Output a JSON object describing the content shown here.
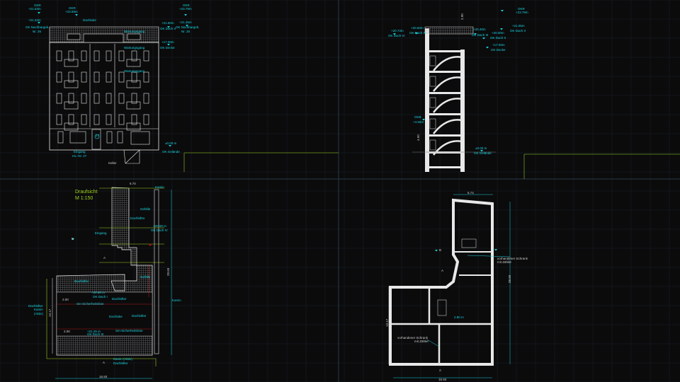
{
  "colors": {
    "background": "#0b0b0c",
    "grid": "#1b2228",
    "cyan": "#19d3e0",
    "green": "#9fd21c",
    "white": "#e8e8e8",
    "red": "#b01818"
  },
  "elevation": {
    "labels": [
      "OKR",
      "+21.53m",
      "+21.22m",
      "OK Nachbargeb.",
      "Nr. 26",
      "OKR",
      "+23.69m",
      "Dachluke",
      "Wartungsgang",
      "Wartungsgang",
      "Wartungsgang",
      "+21.60m",
      "OK Dach II",
      "OKR",
      "+23.79m",
      "+21.45m",
      "OK Nachbargeb.",
      "Nr. 28",
      "+17.00m",
      "OK Decke",
      "±0.00 m",
      "OK Gelände",
      "Eingang",
      "Hs.-Nr. 27",
      "Keller",
      "27"
    ]
  },
  "section": {
    "labels": [
      "+20.73m",
      "OK Dach IV",
      "+20.60m",
      "OK Dach IV",
      "2.90",
      "+20.40m",
      "OK Dach III",
      "+20.00m",
      "OK Dach II",
      "+17.00m",
      "OK Decke",
      "OKR",
      "+23.79m",
      "+21.05m",
      "OK Dach II",
      "OKB",
      "+4.50m",
      "4.50",
      "±0.00 m",
      "OK Gelände"
    ]
  },
  "roof_plan": {
    "title": "Draufsicht",
    "scale": "M 1:150",
    "labels": [
      "6.74",
      "Kamin",
      "Gefälle",
      "Dachlüfter",
      "+20.00 m",
      "OK Dach IV",
      "Eingang",
      "B",
      "A",
      "Gefälle",
      "Dachlüfter",
      "+20.60 m",
      "OK Dach I",
      "Dachlüfter",
      "2.00",
      "Dachlüfter",
      "Kamin",
      "(Aktiv)",
      "Sm-Sicherheitslinie",
      "Dachluke",
      "Dachlüfter",
      "Kamin",
      "2.00",
      "+21.25 m",
      "OK Dach III",
      "Sm-Sicherheitslinie",
      "Kamin (Aktiv)",
      "Dachlüfter",
      "A",
      "16.93",
      "28.69",
      "13.17"
    ]
  },
  "floor_plan": {
    "labels": [
      "6.74",
      "B",
      "A",
      "vorhandener Schrank",
      "mit Zähler",
      "2.80 m",
      "vorhandener Schrank",
      "mit Zähler",
      "28.69",
      "13.17",
      "A",
      "16.93"
    ]
  }
}
